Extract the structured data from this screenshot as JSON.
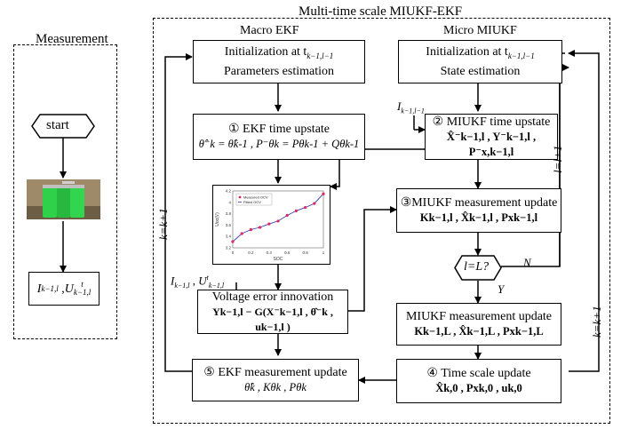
{
  "outer_frame": {
    "title": "Multi-time scale MIUKF-EKF"
  },
  "measurement": {
    "title": "Measurement",
    "start": "start",
    "output": "I",
    "output_sub": "k−1,l",
    "output2": "U",
    "output2_sup": "t",
    "output2_sub": "k−1,l"
  },
  "macro": {
    "title": "Macro EKF"
  },
  "micro": {
    "title": "Micro MIUKF"
  },
  "boxes": {
    "macro_init": {
      "line1": "Initialization at t",
      "line1_sub": "k−1,l−1",
      "line2": "Parameters estimation"
    },
    "micro_init": {
      "line1": "Initialization at t",
      "line1_sub": "k−1,l−1",
      "line2": "State estimation"
    },
    "ekf_time": {
      "line1": "① EKF time upstate",
      "line2": "θ̂⁻k = θ̂k-1 , P⁻θk = Pθk-1 + Qθk-1"
    },
    "miukf_time": {
      "line1": "② MIUKF time upstate",
      "line2": "X̂⁻k−1,l , Y⁻k−1,l , P⁻x,k−1,l"
    },
    "miukf_meas": {
      "line1": "③MIUKF measurement update",
      "line2": "Kk−1,l , X̂k−1,l , Pxk−1,l"
    },
    "decision": {
      "text": "l=L?"
    },
    "voltage": {
      "line1": "Voltage error innovation",
      "line2": "Yk−1,l − G(X⁻k−1,l , θ̂⁻k , uk−1,l )"
    },
    "miukf_meas2": {
      "line1": "MIUKF measurement update",
      "line2": "Kk−1,L , X̂k−1,L , Pxk−1,L"
    },
    "ekf_meas": {
      "line1": "⑤ EKF measurement update",
      "line2": "θ̂k , Kθk , Pθk"
    },
    "time_scale": {
      "line1": "④ Time scale update",
      "line2": "X̂k,0 , Pxk,0 , uk,0"
    }
  },
  "labels": {
    "input_I": "I",
    "input_I_sub": "k−1,l−1",
    "input_IU": "I",
    "input_IU_sub": "k−1,l",
    "input_U": "U",
    "input_U_sup": "t",
    "input_U_sub": "k−1,l",
    "k_update_left": "k=k+1",
    "k_update_right": "k=k+1",
    "l_update": "l=l+1",
    "no": "N",
    "yes": "Y"
  },
  "chart_data": {
    "type": "line",
    "xlabel": "SOC",
    "ylabel": "Uoc(V)",
    "legend": [
      "Measured OCV",
      "Fitted OCV"
    ],
    "legend_position": "top-left",
    "x_ticks": [
      "0",
      "0.2",
      "0.4",
      "0.6",
      "0.8",
      "1"
    ],
    "y_ticks": [
      "3.2",
      "3.4",
      "3.6",
      "3.8",
      "4",
      "4.2"
    ],
    "xlim": [
      0,
      1
    ],
    "ylim": [
      3.2,
      4.2
    ],
    "series": [
      {
        "name": "Measured OCV",
        "marker": "dot",
        "color": "#e0245e",
        "x": [
          0,
          0.1,
          0.2,
          0.3,
          0.4,
          0.5,
          0.6,
          0.7,
          0.8,
          0.9,
          1.0
        ],
        "y": [
          3.31,
          3.45,
          3.52,
          3.56,
          3.62,
          3.67,
          3.77,
          3.85,
          3.91,
          3.98,
          4.15
        ]
      },
      {
        "name": "Fitted OCV",
        "marker": "line",
        "color": "#3b3bb5",
        "x": [
          0,
          0.1,
          0.2,
          0.3,
          0.4,
          0.5,
          0.6,
          0.7,
          0.8,
          0.9,
          1.0
        ],
        "y": [
          3.31,
          3.45,
          3.52,
          3.56,
          3.62,
          3.67,
          3.77,
          3.85,
          3.91,
          3.98,
          4.15
        ]
      }
    ]
  }
}
